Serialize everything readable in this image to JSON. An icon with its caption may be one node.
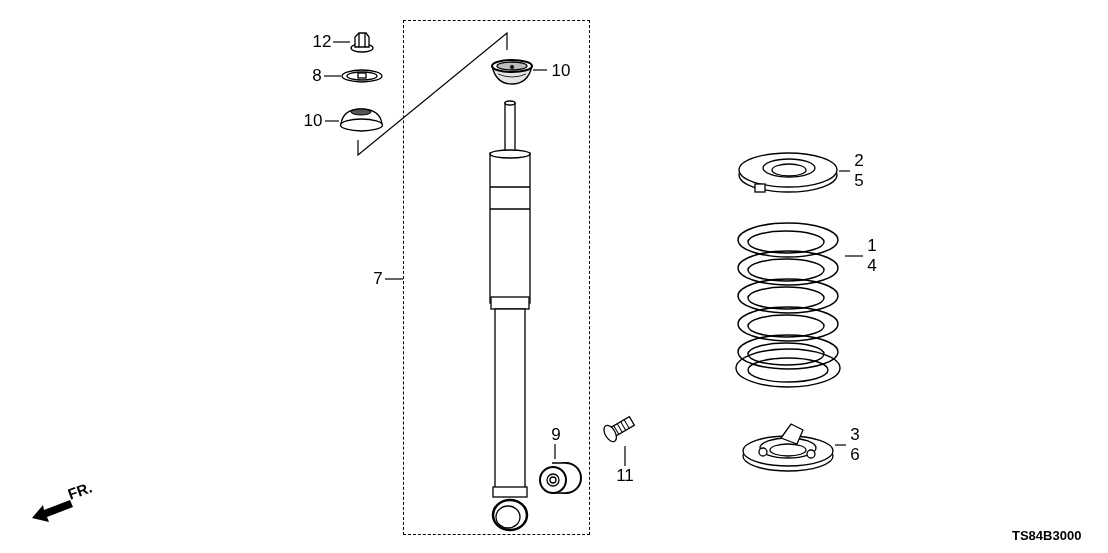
{
  "diagram": {
    "nodes": [
      {
        "text": [],
        "shape": "box"
      },
      {
        "text": [
          "12"
        ]
      },
      {
        "text": [],
        "shape": "picture"
      },
      {
        "text": [
          "8"
        ]
      },
      {
        "text": [],
        "shape": "picture"
      },
      {
        "text": [
          "10"
        ]
      },
      {
        "text": [],
        "shape": "picture"
      },
      {
        "text": [],
        "shape": "picture",
        "in": 0
      },
      {
        "text": [
          "10"
        ],
        "in": 0
      },
      {
        "text": [
          "7"
        ]
      },
      {
        "text": [],
        "shape": "picture",
        "in": 0
      },
      {
        "text": [
          "9"
        ],
        "in": 0
      },
      {
        "text": [],
        "shape": "picture",
        "in": 0
      },
      {
        "text": [
          "11"
        ]
      },
      {
        "text": [],
        "shape": "picture"
      },
      {
        "text": [],
        "shape": "picture"
      },
      {
        "text": [
          "2",
          "5"
        ]
      },
      {
        "text": [],
        "shape": "picture"
      },
      {
        "text": [
          "1",
          "4"
        ]
      },
      {
        "text": [],
        "shape": "picture"
      },
      {
        "text": [
          "3",
          "6"
        ]
      }
    ],
    "edges": [
      {
        "from": 1,
        "to": 2,
        "arrow": "none"
      },
      {
        "from": 3,
        "to": 4,
        "arrow": "none"
      },
      {
        "from": 5,
        "to": 6,
        "arrow": "none"
      },
      {
        "from": 8,
        "to": 7,
        "arrow": "none"
      },
      {
        "from": 9,
        "to": 0,
        "arrow": "none"
      },
      {
        "from": 11,
        "to": 12,
        "arrow": "none"
      },
      {
        "from": 13,
        "to": 14,
        "arrow": "none"
      },
      {
        "from": 16,
        "to": 15,
        "arrow": "none"
      },
      {
        "from": 18,
        "to": 17,
        "arrow": "none"
      },
      {
        "from": 20,
        "to": 19,
        "arrow": "none"
      }
    ],
    "labels": [
      "FR.",
      "TS84B3000"
    ]
  }
}
